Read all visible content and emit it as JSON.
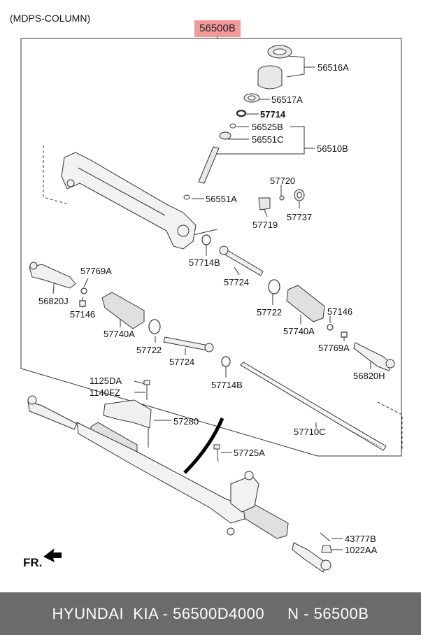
{
  "header": {
    "note": "(MDPS-COLUMN)",
    "assembly_badge": "56500B"
  },
  "labels": {
    "p56516A": "56516A",
    "p56517A": "56517A",
    "p57714": "57714",
    "p56525B": "56525B",
    "p56551C": "56551C",
    "p56510B": "56510B",
    "p57720": "57720",
    "p56551A": "56551A",
    "p57737": "57737",
    "p57719": "57719",
    "p57714B_top": "57714B",
    "p57724_top": "57724",
    "p57769A_left": "57769A",
    "p56820J": "56820J",
    "p57146_left": "57146",
    "p57740A_left": "57740A",
    "p57722_left": "57722",
    "p57724_bottom": "57724",
    "p57714B_bottom": "57714B",
    "p57722_right": "57722",
    "p57740A_right": "57740A",
    "p57146_right": "57146",
    "p57769A_right": "57769A",
    "p56820H": "56820H",
    "p1125DA": "1125DA",
    "p1140FZ": "1140FZ",
    "p57280": "57280",
    "p57725A": "57725A",
    "p57710C": "57710C",
    "p43777B": "43777B",
    "p1022AA": "1022AA"
  },
  "direction_marker": "FR.",
  "footer": {
    "text": "HYUNDAI  KIA - 56500D4000     N - 56500B"
  },
  "colors": {
    "badge": "#f29a9a",
    "footer_bg": "#6b6b6b",
    "line": "#333333"
  }
}
